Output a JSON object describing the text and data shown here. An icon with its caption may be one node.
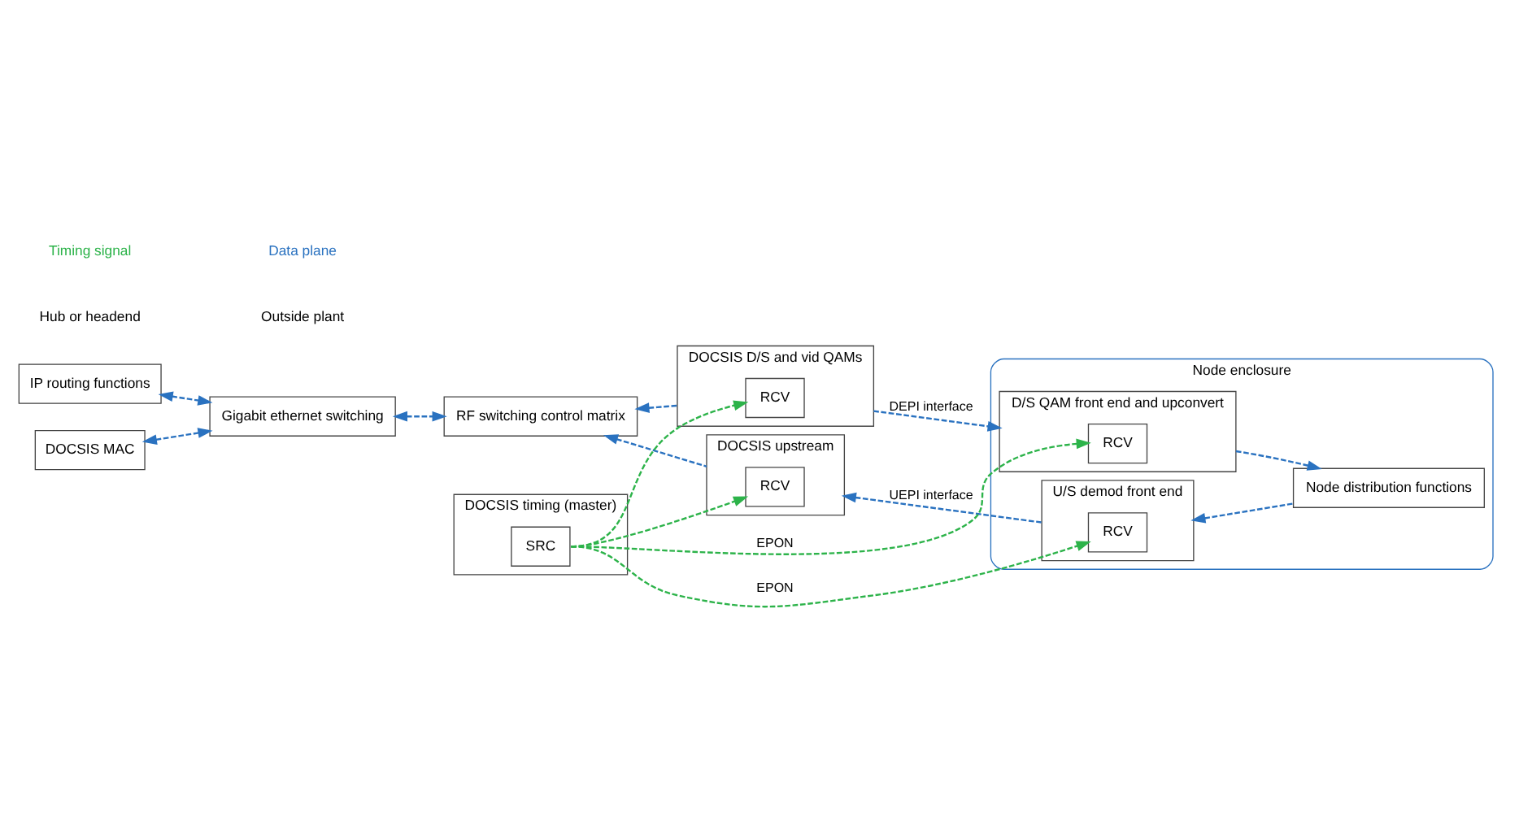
{
  "diagram": {
    "nodes": [
      {
        "text": [
          "IP routing functions"
        ]
      },
      {
        "text": [
          "DOCSIS MAC"
        ]
      },
      {
        "text": [
          "Gigabit ethernet switching"
        ]
      },
      {
        "text": [
          "RF switching control matrix"
        ]
      },
      {
        "text": [
          "DOCSIS upstream"
        ]
      },
      {
        "text": [
          "RCV"
        ],
        "in": 4
      },
      {
        "text": [
          "DOCSIS timing (master)"
        ]
      },
      {
        "text": [
          "SRC"
        ],
        "in": 6
      },
      {
        "text": [
          "DOCSIS D/S and vid QAMs"
        ]
      },
      {
        "text": [
          "RCV"
        ],
        "in": 8
      },
      {
        "text": [
          "Node enclosure"
        ]
      },
      {
        "text": [
          "U/S demod front end"
        ],
        "in": 10
      },
      {
        "text": [
          "RCV"
        ],
        "in": 11
      },
      {
        "text": [
          "D/S QAM front end and upconvert"
        ],
        "in": 10
      },
      {
        "text": [
          "RCV"
        ],
        "in": 13
      },
      {
        "text": [
          "Node distribution functions"
        ],
        "in": 10
      }
    ],
    "edges": [
      {
        "from": 0,
        "to": 2,
        "arrow": "both",
        "style": "dashed"
      },
      {
        "from": 1,
        "to": 2,
        "arrow": "both",
        "style": "dashed"
      },
      {
        "from": 2,
        "to": 3,
        "arrow": "both",
        "style": "dashed"
      },
      {
        "from": 4,
        "to": 3,
        "arrow": "to",
        "style": "dashed"
      },
      {
        "from": 11,
        "to": 4,
        "arrow": "to",
        "label": "UEPI interface",
        "style": "dashed"
      },
      {
        "from": 15,
        "to": 11,
        "arrow": "to",
        "style": "dashed"
      },
      {
        "from": 8,
        "to": 13,
        "arrow": "to",
        "label": "DEPI interface",
        "style": "dashed"
      },
      {
        "from": 13,
        "to": 15,
        "arrow": "to",
        "style": "dashed"
      },
      {
        "from": 8,
        "to": 3,
        "arrow": "to",
        "style": "dashed"
      },
      {
        "from": 7,
        "to": 5,
        "arrow": "to",
        "style": "dashed",
        "color": "#2db34a"
      },
      {
        "from": 7,
        "to": 12,
        "arrow": "to",
        "label": "EPON",
        "style": "dashed",
        "color": "#2db34a"
      },
      {
        "from": 7,
        "to": 14,
        "arrow": "to",
        "label": "EPON",
        "style": "dashed",
        "color": "#2db34a"
      },
      {
        "from": 7,
        "to": 9,
        "arrow": "to",
        "style": "dashed",
        "color": "#2db34a"
      }
    ],
    "labels": [
      "Hub or headend",
      "Outside plant"
    ],
    "legend": [
      {
        "text": "Timing signal"
      },
      {
        "text": "Data plane"
      }
    ]
  }
}
